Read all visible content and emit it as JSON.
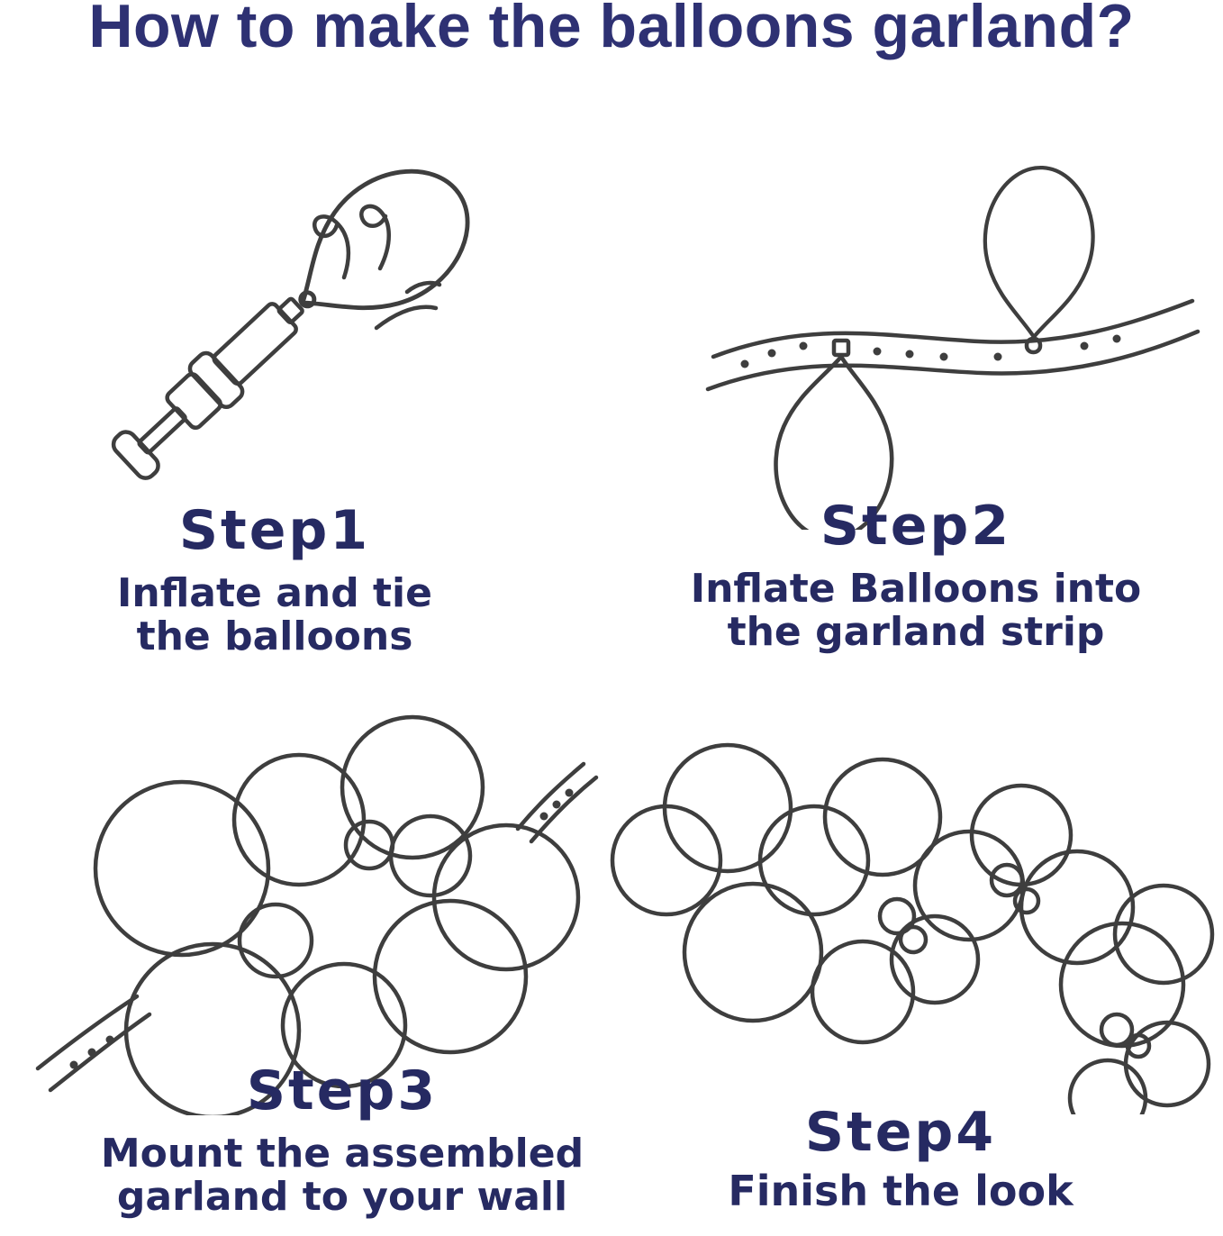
{
  "title": "How to make the balloons garland?",
  "colors": {
    "title_text": "#2e3173",
    "step_text": "#262a62",
    "line_art": "#3e3e3e",
    "background": "#ffffff"
  },
  "steps": [
    {
      "heading": "Step1",
      "description_line1": "Inflate and tie",
      "description_line2": "the balloons",
      "illustration": "balloon-pump-inflating-balloon"
    },
    {
      "heading": "Step2",
      "description_line1": "Inflate Balloons into",
      "description_line2": "the garland strip",
      "illustration": "two-balloons-tied-into-garland-strip"
    },
    {
      "heading": "Step3",
      "description_line1": "Mount the assembled",
      "description_line2": "garland to your wall",
      "illustration": "assembled-balloon-cluster-on-strip"
    },
    {
      "heading": "Step4",
      "description_line1": "Finish the look",
      "description_line2": "",
      "illustration": "finished-balloon-garland-arch"
    }
  ]
}
